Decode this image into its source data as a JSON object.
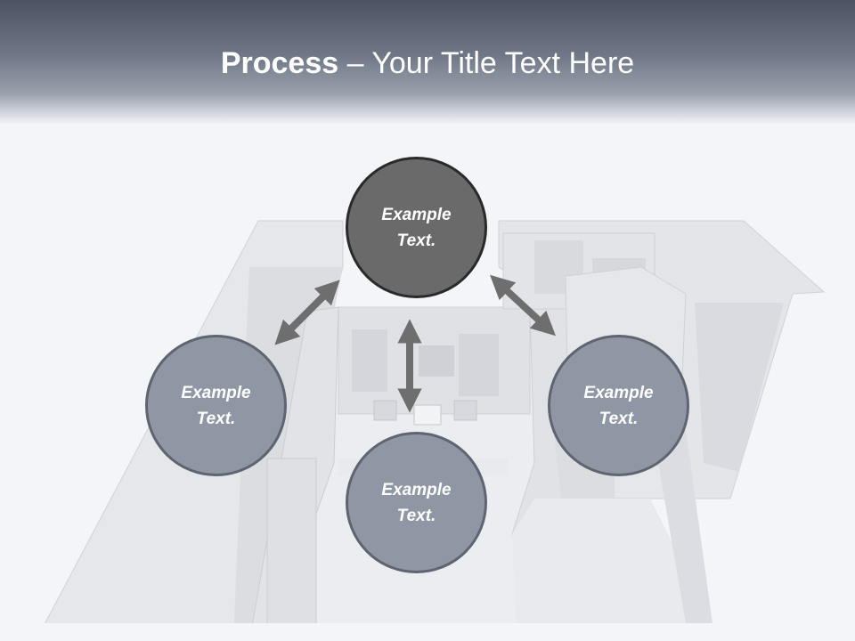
{
  "slide": {
    "title_bold": "Process",
    "title_rest": " – Your Title Text Here"
  },
  "nodes": {
    "top": "Example Text.",
    "left": "Example Text.",
    "right": "Example Text.",
    "bottom": "Example Text."
  },
  "colors": {
    "header_dark": "#4c5362",
    "node_dark": "#6a6a6a",
    "node_light": "#8f97a4",
    "arrow": "#6e6e6e"
  }
}
